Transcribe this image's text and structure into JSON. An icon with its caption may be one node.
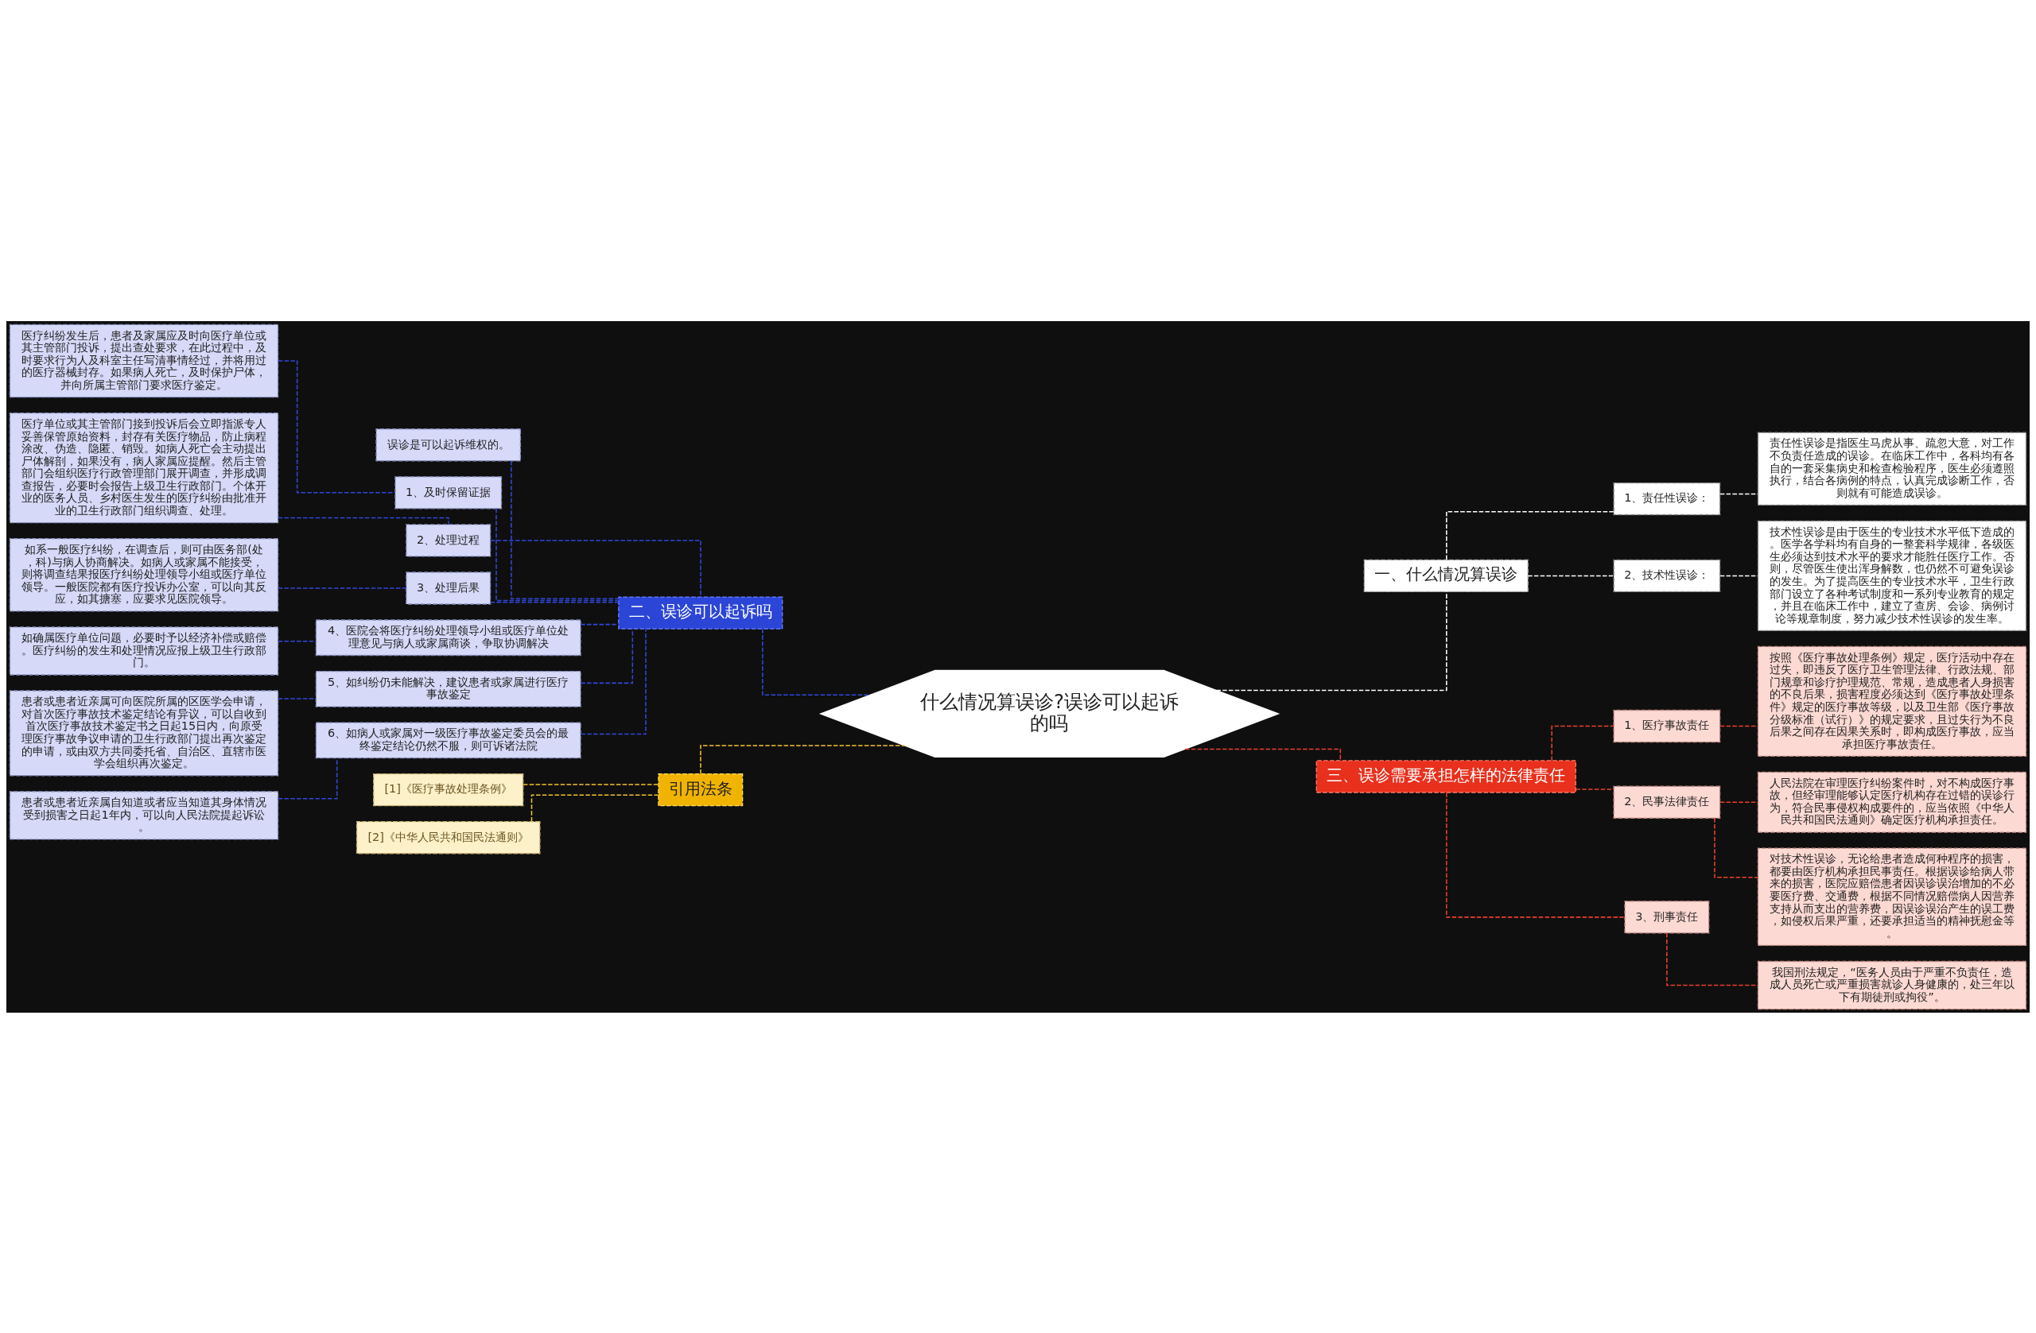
{
  "diagram": {
    "nodes": [
      {
        "text": [
          "什么情况算误诊?误诊可以起诉的吗"
        ]
      },
      {
        "text": [
          "一、什么情况算误诊"
        ]
      },
      {
        "text": [
          "1、责任性误诊："
        ]
      },
      {
        "text": [
          "责任性误诊是指医生马虎从事、疏忽大意，对工作不负责任造成的误诊。在临床工作中，各科均有各自的一套采集病史和检查检验程序，医生必须遵照执行，结合各病例的特点，认真完成诊断工作，否则就有可能造成误诊。"
        ]
      },
      {
        "text": [
          "2、技术性误诊："
        ]
      },
      {
        "text": [
          "技术性误诊是由于医生的专业技术水平低下造成的。医学各学科均有自身的一整套科学规律，各级医生必须达到技术水平的要求才能胜任医疗工作。否则，尽管医生使出浑身解数，也仍然不可避免误诊的发生。为了提高医生的专业技术水平，卫生行政部门设立了各种考试制度和一系列专业教育的规定，并且在临床工作中，建立了查房、会诊、病例讨论等规章制度，努力减少技术性误诊的发生率。"
        ]
      },
      {
        "text": [
          "二、误诊可以起诉吗"
        ]
      },
      {
        "text": [
          "误诊是可以起诉维权的。"
        ]
      },
      {
        "text": [
          "1、及时保留证据"
        ]
      },
      {
        "text": [
          "医疗纠纷发生后，患者及家属应及时向医疗单位或其主管部门投诉，提出查处要求，在此过程中，及时要求行为人及科室主任写清事情经过，并将用过的医疗器械封存。如果病人死亡，及时保护尸体，并向所属主管部门要求医疗鉴定。"
        ]
      },
      {
        "text": [
          "2、处理过程"
        ]
      },
      {
        "text": [
          "医疗单位或其主管部门接到投诉后会立即指派专人妥善保管原始资料，封存有关医疗物品，防止病程涂改、伪造、隐匿、销毁。如病人死亡会主动提出尸体解剖，如果没有，病人家属应提醒。然后主管部门会组织医疗行政管理部门展开调查，并形成调查报告，必要时会报告上级卫生行政部门。个体开业的医务人员、乡村医生发生的医疗纠纷由批准开业的卫生行政部门组织调查、处理。"
        ]
      },
      {
        "text": [
          "3、处理后果"
        ]
      },
      {
        "text": [
          "如系一般医疗纠纷，在调查后，则可由医务部(处，科)与病人协商解决。如病人或家属不能接受，则将调查结果报医疗纠纷处理领导小组或医疗单位领导。一般医院都有医疗投诉办公室，可以向其反应，如其搪塞，应要求见医院领导。"
        ]
      },
      {
        "text": [
          "4、医院会将医疗纠纷处理领导小组或医疗单位处理意见与病人或家属商谈，争取协调解决"
        ]
      },
      {
        "text": [
          "如确属医疗单位问题，必要时予以经济补偿或赔偿。医疗纠纷的发生和处理情况应报上级卫生行政部门。"
        ]
      },
      {
        "text": [
          "5、如纠纷仍未能解决，建议患者或家属进行医疗事故鉴定"
        ]
      },
      {
        "text": [
          "患者或患者近亲属可向医院所属的区医学会申请，对首次医疗事故技术鉴定结论有异议，可以自收到首次医疗事故技术鉴定书之日起15日内，向原受理医疗事故争议申请的卫生行政部门提出再次鉴定的申请，或由双方共同委托省、自治区、直辖市医学会组织再次鉴定。"
        ]
      },
      {
        "text": [
          "6、如病人或家属对一级医疗事故鉴定委员会的最终鉴定结论仍然不服，则可诉诸法院"
        ]
      },
      {
        "text": [
          "患者或患者近亲属自知道或者应当知道其身体情况受到损害之日起1年内，可以向人民法院提起诉讼。"
        ]
      },
      {
        "text": [
          "三、误诊需要承担怎样的法律责任"
        ]
      },
      {
        "text": [
          "1、医疗事故责任"
        ]
      },
      {
        "text": [
          "按照《医疗事故处理条例》规定，医疗活动中存在过失，即违反了医疗卫生管理法律、行政法规、部门规章和诊疗护理规范、常规，造成患者人身损害的不良后果，损害程度必须达到《医疗事故处理条件》规定的医疗事故等级，以及卫生部《医疗事故分级标准（试行）》的规定要求，且过失行为不良后果之间存在因果关系时，即构成医疗事故，应当承担医疗事故责任。"
        ]
      },
      {
        "text": [
          "2、民事法律责任"
        ]
      },
      {
        "text": [
          "人民法院在审理医疗纠纷案件时，对不构成医疗事故，但经审理能够认定医疗机构存在过错的误诊行为，符合民事侵权构成要件的，应当依照《中华人民共和国民法通则》确定医疗机构承担责任。"
        ]
      },
      {
        "text": [
          "对技术性误诊，无论给患者造成何种程序的损害，都要由医疗机构承担民事责任。根据误诊给病人带来的损害，医院应赔偿患者因误诊误治增加的不必要医疗费、交通费，根据不同情况赔偿病人因营养支持从而支出的营养费，因误诊误治产生的误工费，如侵权后果严重，还要承担适当的精神抚慰金等。"
        ]
      },
      {
        "text": [
          "3、刑事责任"
        ]
      },
      {
        "text": [
          "我国刑法规定，“医务人员由于严重不负责任，造成人员死亡或严重损害就诊人身健康的，处三年以下有期徒刑或拘役”。"
        ]
      },
      {
        "text": [
          "引用法条"
        ]
      },
      {
        "text": [
          "[1]《医疗事故处理条例》"
        ]
      },
      {
        "text": [
          "[2]《中华人民共和国民法通则》"
        ]
      }
    ],
    "edges": [
      {
        "from": 0,
        "to": 1,
        "arrow": "none",
        "style": "dashed",
        "color": "#ffffff"
      },
      {
        "from": 1,
        "to": 2,
        "arrow": "none",
        "style": "dashed",
        "color": "#ffffff"
      },
      {
        "from": 2,
        "to": 3,
        "arrow": "none",
        "style": "dashed",
        "color": "#ffffff"
      },
      {
        "from": 1,
        "to": 4,
        "arrow": "none",
        "style": "dashed",
        "color": "#ffffff"
      },
      {
        "from": 4,
        "to": 5,
        "arrow": "none",
        "style": "dashed",
        "color": "#ffffff"
      },
      {
        "from": 0,
        "to": 6,
        "arrow": "none",
        "style": "dashed",
        "color": "#3048d8"
      },
      {
        "from": 6,
        "to": 7,
        "arrow": "none",
        "style": "dashed",
        "color": "#3048d8"
      },
      {
        "from": 6,
        "to": 8,
        "arrow": "none",
        "style": "dashed",
        "color": "#3048d8"
      },
      {
        "from": 8,
        "to": 9,
        "arrow": "none",
        "style": "dashed",
        "color": "#3048d8"
      },
      {
        "from": 6,
        "to": 10,
        "arrow": "none",
        "style": "dashed",
        "color": "#3048d8"
      },
      {
        "from": 10,
        "to": 11,
        "arrow": "none",
        "style": "dashed",
        "color": "#3048d8"
      },
      {
        "from": 6,
        "to": 12,
        "arrow": "none",
        "style": "dashed",
        "color": "#3048d8"
      },
      {
        "from": 12,
        "to": 13,
        "arrow": "none",
        "style": "dashed",
        "color": "#3048d8"
      },
      {
        "from": 6,
        "to": 14,
        "arrow": "none",
        "style": "dashed",
        "color": "#3048d8"
      },
      {
        "from": 14,
        "to": 15,
        "arrow": "none",
        "style": "dashed",
        "color": "#3048d8"
      },
      {
        "from": 6,
        "to": 16,
        "arrow": "none",
        "style": "dashed",
        "color": "#3048d8"
      },
      {
        "from": 16,
        "to": 17,
        "arrow": "none",
        "style": "dashed",
        "color": "#3048d8"
      },
      {
        "from": 6,
        "to": 18,
        "arrow": "none",
        "style": "dashed",
        "color": "#3048d8"
      },
      {
        "from": 18,
        "to": 19,
        "arrow": "none",
        "style": "dashed",
        "color": "#3048d8"
      },
      {
        "from": 0,
        "to": 20,
        "arrow": "none",
        "style": "dashed",
        "color": "#e8412c"
      },
      {
        "from": 20,
        "to": 21,
        "arrow": "none",
        "style": "dashed",
        "color": "#e8412c"
      },
      {
        "from": 21,
        "to": 22,
        "arrow": "none",
        "style": "dashed",
        "color": "#e8412c"
      },
      {
        "from": 20,
        "to": 23,
        "arrow": "none",
        "style": "dashed",
        "color": "#e8412c"
      },
      {
        "from": 23,
        "to": 24,
        "arrow": "none",
        "style": "dashed",
        "color": "#e8412c"
      },
      {
        "from": 23,
        "to": 25,
        "arrow": "none",
        "style": "dashed",
        "color": "#e8412c"
      },
      {
        "from": 20,
        "to": 26,
        "arrow": "none",
        "style": "dashed",
        "color": "#e8412c"
      },
      {
        "from": 26,
        "to": 27,
        "arrow": "none",
        "style": "dashed",
        "color": "#e8412c"
      },
      {
        "from": 0,
        "to": 28,
        "arrow": "none",
        "style": "dashed",
        "color": "#f2c230"
      },
      {
        "from": 28,
        "to": 29,
        "arrow": "none",
        "style": "dashed",
        "color": "#f2c230"
      },
      {
        "from": 28,
        "to": 30,
        "arrow": "none",
        "style": "dashed",
        "color": "#f2c230"
      }
    ]
  }
}
